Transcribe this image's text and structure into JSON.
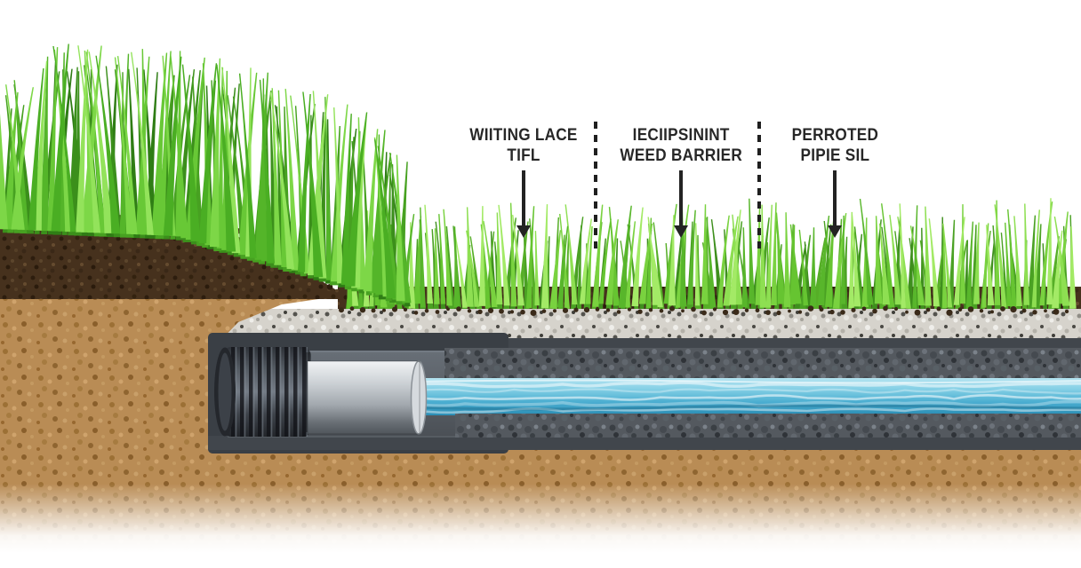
{
  "callouts": [
    {
      "line1": "WIITING LACE",
      "line2": "TIFL"
    },
    {
      "line1": "IECIIPSININT",
      "line2": "WEED BARRIER"
    },
    {
      "line1": "PERROTED",
      "line2": "PIPIE SIL"
    }
  ],
  "scene": {
    "colors": {
      "grass_light": "#8edf52",
      "grass_mid": "#66c431",
      "grass_dark": "#3e8f1d",
      "topsoil_dark": "#46311d",
      "subsoil_tan": "#b98c55",
      "gravel_light": "#d6d3cc",
      "gravel_dark": "#54595f",
      "trench_frame": "#3a3f45",
      "coupling_dark": "#2e3238",
      "pipe_silver": "#ccd1d5",
      "water_blue": "#4aadd0",
      "label_text": "#272727"
    }
  }
}
